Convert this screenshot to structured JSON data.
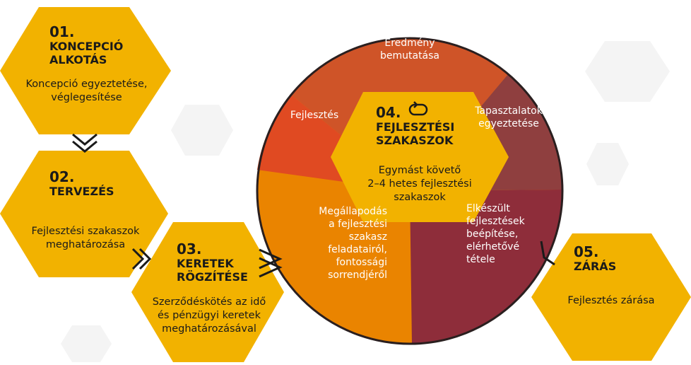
{
  "steps": [
    {
      "num": "01.",
      "title": [
        "KONCEPCIÓ",
        "ALKOTÁS"
      ],
      "desc": [
        "Koncepció egyeztetése,",
        "véglegesítése"
      ]
    },
    {
      "num": "02.",
      "title": [
        "TERVEZÉS"
      ],
      "desc": [
        "Fejlesztési szakaszok",
        "meghatározása"
      ]
    },
    {
      "num": "03.",
      "title": [
        "KERETEK",
        "RÖGZÍTÉSE"
      ],
      "desc": [
        "Szerződéskötés az idő",
        "és pénzügyi keretek",
        "meghatározásával"
      ]
    },
    {
      "num": "04.",
      "title": [
        "FEJLESZTÉSI",
        "SZAKASZOK"
      ],
      "desc": [
        "Egymást követő",
        "2–4 hetes fejlesztési",
        "szakaszok"
      ]
    },
    {
      "num": "05.",
      "title": [
        "ZÁRÁS"
      ],
      "desc": [
        "Fejlesztés zárása"
      ]
    }
  ],
  "cycle": [
    [
      "Eredmény",
      "bemutatása"
    ],
    [
      "Tapasztalatok",
      "egyeztetése"
    ],
    [
      "Elkészült",
      "fejlesztések",
      "beépítése,",
      "elérhetővé",
      "tétele"
    ],
    [
      "Megállapodás",
      "a fejlesztési",
      "szakasz",
      "feladatairól,",
      "fontossági",
      "sorrendjéről"
    ],
    [
      "Fejlesztés"
    ]
  ],
  "colors": {
    "hex": "#f2b200",
    "hex_light": "#f4f4f4",
    "arrow": "#1a1a1a",
    "seg_top": "#cf5428",
    "seg_right": "#8f3f3f",
    "seg_bottom_right": "#8e2d3a",
    "seg_bottom_left": "#ea8400",
    "seg_left": "#e04a22",
    "border": "#2a1f1f"
  },
  "icons": [
    "chevron-double-down-icon",
    "chevron-double-right-icon",
    "cycle-icon"
  ]
}
